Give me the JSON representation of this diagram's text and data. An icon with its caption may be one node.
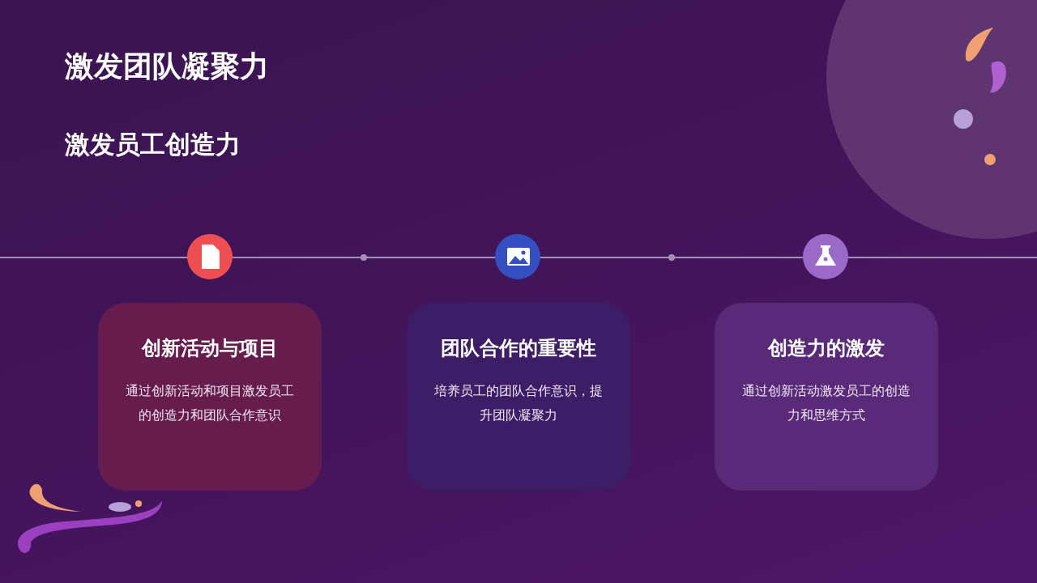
{
  "diagram": {
    "title": "激发团队凝聚力",
    "nodes": [
      {
        "text": [
          "创新活动与项目",
          "通过创新活动和项目激发员工的创造力和团队合作意识"
        ]
      },
      {
        "text": [
          "团队合作的重要性",
          "培养员工的团队合作意识，提升团队凝聚力"
        ]
      },
      {
        "text": [
          "创造力的激发",
          "通过创新活动激发员工的创造力和思维方式"
        ]
      }
    ],
    "labels": [
      "激发员工创造力"
    ]
  }
}
